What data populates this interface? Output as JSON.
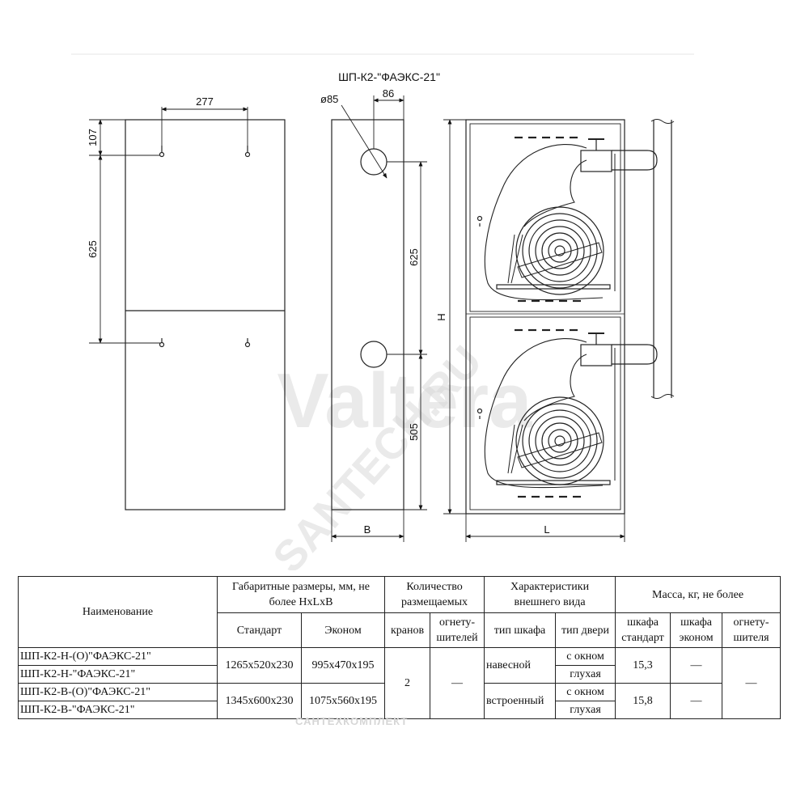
{
  "drawing": {
    "title": "ШП-К2-\"ФАЭКС-21\"",
    "dims": {
      "d107": "107",
      "d277": "277",
      "d625_left": "625",
      "phi85": "ø85",
      "d86": "86",
      "d625_side": "625",
      "d505": "505",
      "B": "B",
      "H": "H",
      "L": "L"
    },
    "watermark": {
      "main": "Valtera",
      "diag": "SANTECH.RU"
    }
  },
  "table": {
    "headers": {
      "name": "Наименование",
      "dimensions": "Габаритные размеры, мм, не более HxLxB",
      "quantity": "Количество размещаемых",
      "appearance": "Характеристики внешнего вида",
      "mass": "Масса, кг, не более",
      "standard": "Стандарт",
      "econom": "Эконом",
      "cranes": "кранов",
      "extinguishers": "огнету-шителей",
      "cabinet_type": "тип шкафа",
      "door_type": "тип двери",
      "mass_std": "шкафа стандарт",
      "mass_eco": "шкафа эконом",
      "mass_ext": "огнету-шителя"
    },
    "rows": [
      "ШП-К2-Н-(О)\"ФАЭКС-21\"",
      "ШП-К2-Н-\"ФАЭКС-21\"",
      "ШП-К2-В-(О)\"ФАЭКС-21\"",
      "ШП-К2-В-\"ФАЭКС-21\""
    ],
    "std_1": "1265x520x230",
    "eco_1": "995x470x195",
    "std_2": "1345x600x230",
    "eco_2": "1075x560x195",
    "cranes_value": "2",
    "extinguishers_value": "—",
    "type_1": "навесной",
    "type_2": "встроенный",
    "door_window": "с окном",
    "door_blind": "глухая",
    "mass_1": "15,3",
    "mass_2": "15,8",
    "mass_eco_value": "—",
    "mass_ext_value": "—",
    "watermark": "САНТЕХКОМПЛЕКТ"
  }
}
